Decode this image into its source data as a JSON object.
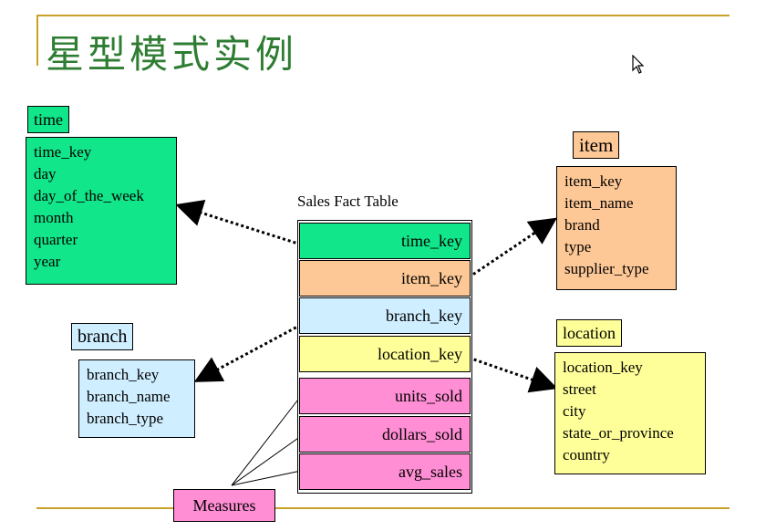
{
  "title": "星型模式实例",
  "fact_table": {
    "title": "Sales Fact Table",
    "keys": [
      "time_key",
      "item_key",
      "branch_key",
      "location_key"
    ],
    "measures": [
      "units_sold",
      "dollars_sold",
      "avg_sales"
    ]
  },
  "dimensions": {
    "time": {
      "name": "time",
      "attributes": [
        "time_key",
        "day",
        "day_of_the_week",
        "month",
        "quarter",
        "year"
      ]
    },
    "item": {
      "name": "item",
      "attributes": [
        "item_key",
        "item_name",
        "brand",
        "type",
        "supplier_type"
      ]
    },
    "branch": {
      "name": "branch",
      "attributes": [
        "branch_key",
        "branch_name",
        "branch_type"
      ]
    },
    "location": {
      "name": "location",
      "attributes": [
        "location_key",
        "street",
        "city",
        "state_or_province",
        "country"
      ]
    }
  },
  "measures_label": "Measures",
  "colors": {
    "time": "#11e68a",
    "item": "#fdc896",
    "branch": "#cfeeff",
    "location": "#ffff99",
    "measures": "#ff8ed4",
    "title": "#2e7d32",
    "rule": "#c9a227"
  },
  "icons": {
    "cursor": "mouse-pointer-icon"
  }
}
